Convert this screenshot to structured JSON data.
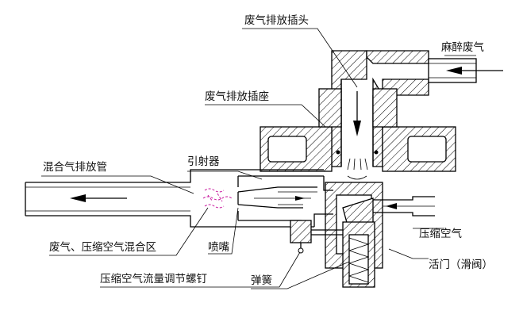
{
  "labels": {
    "exhaust_plug": "废气排放插头",
    "anesthetic_exhaust": "麻醉废气",
    "exhaust_socket": "废气排放插座",
    "ejector": "引射器",
    "mixed_gas_pipe": "混合气排放管",
    "compressed_air": "压缩空气",
    "mixing_zone": "废气、压缩空气混合区",
    "nozzle": "喷嘴",
    "valve": "活门（滑阀）",
    "flow_screw": "压缩空气流量调节螺钉",
    "spring": "弹簧"
  },
  "colors": {
    "line": "#000000",
    "mixing_marks": "#c8179e"
  }
}
